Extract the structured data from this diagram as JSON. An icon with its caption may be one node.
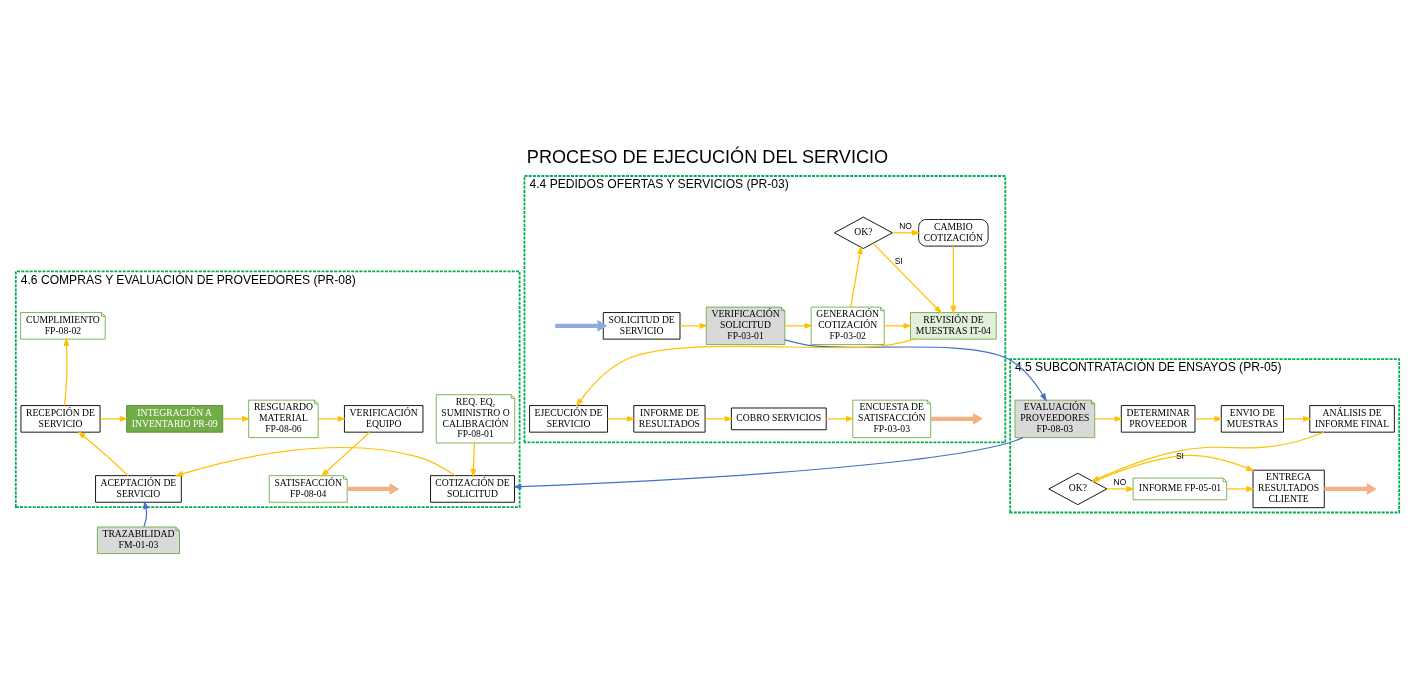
{
  "diagram": {
    "title": "PROCESO DE EJECUCIÓN DEL SERVICIO",
    "nodes": [
      {
        "text": [
          "4.4 PEDIDOS OFERTAS Y SERVICIOS (PR-03)"
        ]
      },
      {
        "text": [
          "SOLICITUD DE SERVICIO"
        ],
        "in": 0
      },
      {
        "text": [
          "VERIFICACIÓN SOLICITUD FP-03-01"
        ],
        "in": 0
      },
      {
        "text": [
          "GENERACIÓN COTIZACIÓN FP-03-02"
        ],
        "in": 0
      },
      {
        "text": [
          "OK?"
        ],
        "in": 0
      },
      {
        "text": [
          "CAMBIO COTIZACIÓN"
        ],
        "in": 0
      },
      {
        "text": [
          "REVISIÓN DE MUESTRAS IT-04"
        ],
        "in": 0
      },
      {
        "text": [
          "EJECUCIÓN DE SERVICIO"
        ],
        "in": 0
      },
      {
        "text": [
          "INFORME DE RESULTADOS"
        ],
        "in": 0
      },
      {
        "text": [
          "COBRO SERVICIOS"
        ],
        "in": 0
      },
      {
        "text": [
          "ENCUESTA DE SATISFACCIÓN FP-03-03"
        ],
        "in": 0
      },
      {
        "text": [
          "4.5 SUBCONTRATACIÓN DE ENSAYOS (PR-05)"
        ]
      },
      {
        "text": [
          "EVALUACIÓN PROVEEDORES FP-08-03"
        ],
        "in": 11
      },
      {
        "text": [
          "DETERMINAR PROVEEDOR"
        ],
        "in": 11
      },
      {
        "text": [
          "ENVIO DE MUESTRAS"
        ],
        "in": 11
      },
      {
        "text": [
          "ANÁLISIS DE INFORME FINAL"
        ],
        "in": 11
      },
      {
        "text": [
          "OK?"
        ],
        "in": 11
      },
      {
        "text": [
          "INFORME FP-05-01"
        ],
        "in": 11
      },
      {
        "text": [
          "ENTREGA RESULTADOS CLIENTE"
        ],
        "in": 11
      },
      {
        "text": [
          "4.6 COMPRAS Y EVALUACIÓN DE PROVEEDORES (PR-08)"
        ]
      },
      {
        "text": [
          "CUMPLIMIENTO FP-08-02"
        ],
        "in": 19
      },
      {
        "text": [
          "REQ. EQ, SUMINISTRO O CALIBRACIÓN FP-08-01"
        ],
        "in": 19
      },
      {
        "text": [
          "RECEPCIÓN DE SERVICIO"
        ],
        "in": 19
      },
      {
        "text": [
          "INTEGRACIÓN A INVENTARIO PR-09"
        ],
        "in": 19
      },
      {
        "text": [
          "RESGUARDO MATERIAL FP-08-06"
        ],
        "in": 19
      },
      {
        "text": [
          "VERIFICACIÓN EQUIPO"
        ],
        "in": 19
      },
      {
        "text": [
          "COTIZACIÓN DE SOLICITUD"
        ],
        "in": 19
      },
      {
        "text": [
          "ACEPTACIÓN DE SERVICIO"
        ],
        "in": 19
      },
      {
        "text": [
          "SATISFACCIÓN FP-08-04"
        ],
        "in": 19
      },
      {
        "text": [
          "TRAZABILIDAD FM-01-03"
        ]
      }
    ],
    "edges": [
      {
        "from": null,
        "to": 1,
        "arrow": "to",
        "style": "thick",
        "color": "#8faadc"
      },
      {
        "from": 1,
        "to": 2,
        "arrow": "to"
      },
      {
        "from": 2,
        "to": 3,
        "arrow": "to"
      },
      {
        "from": 3,
        "to": 6,
        "arrow": "to"
      },
      {
        "from": 3,
        "to": 4,
        "arrow": "to"
      },
      {
        "from": 4,
        "to": 5,
        "arrow": "to",
        "label": "NO"
      },
      {
        "from": 4,
        "to": 6,
        "arrow": "to",
        "label": "SI"
      },
      {
        "from": 5,
        "to": 6,
        "arrow": "to"
      },
      {
        "from": 6,
        "to": 7,
        "arrow": "to"
      },
      {
        "from": 7,
        "to": 8,
        "arrow": "to"
      },
      {
        "from": 8,
        "to": 9,
        "arrow": "to"
      },
      {
        "from": 9,
        "to": 10,
        "arrow": "to"
      },
      {
        "from": 10,
        "to": null,
        "arrow": "to",
        "style": "thick",
        "color": "#f4b183"
      },
      {
        "from": 2,
        "to": 12,
        "arrow": "to",
        "color": "#4472c4"
      },
      {
        "from": 12,
        "to": 13,
        "arrow": "to"
      },
      {
        "from": 13,
        "to": 14,
        "arrow": "to"
      },
      {
        "from": 14,
        "to": 15,
        "arrow": "to"
      },
      {
        "from": 15,
        "to": 16,
        "arrow": "to"
      },
      {
        "from": 16,
        "to": 17,
        "arrow": "to",
        "label": "NO"
      },
      {
        "from": 16,
        "to": 18,
        "arrow": "to",
        "label": "SI"
      },
      {
        "from": 17,
        "to": 18,
        "arrow": "to"
      },
      {
        "from": 18,
        "to": null,
        "arrow": "to",
        "style": "thick",
        "color": "#f4b183"
      },
      {
        "from": 12,
        "to": 26,
        "arrow": "to",
        "color": "#4472c4"
      },
      {
        "from": 21,
        "to": 26,
        "arrow": "to"
      },
      {
        "from": 26,
        "to": 27,
        "arrow": "to"
      },
      {
        "from": 27,
        "to": 22,
        "arrow": "to"
      },
      {
        "from": 22,
        "to": 20,
        "arrow": "to"
      },
      {
        "from": 22,
        "to": 23,
        "arrow": "to"
      },
      {
        "from": 23,
        "to": 24,
        "arrow": "to"
      },
      {
        "from": 24,
        "to": 25,
        "arrow": "to"
      },
      {
        "from": 25,
        "to": 28,
        "arrow": "to"
      },
      {
        "from": 28,
        "to": null,
        "arrow": "to",
        "style": "thick",
        "color": "#f4b183"
      },
      {
        "from": 29,
        "to": 27,
        "arrow": "to",
        "color": "#4472c4"
      }
    ]
  }
}
